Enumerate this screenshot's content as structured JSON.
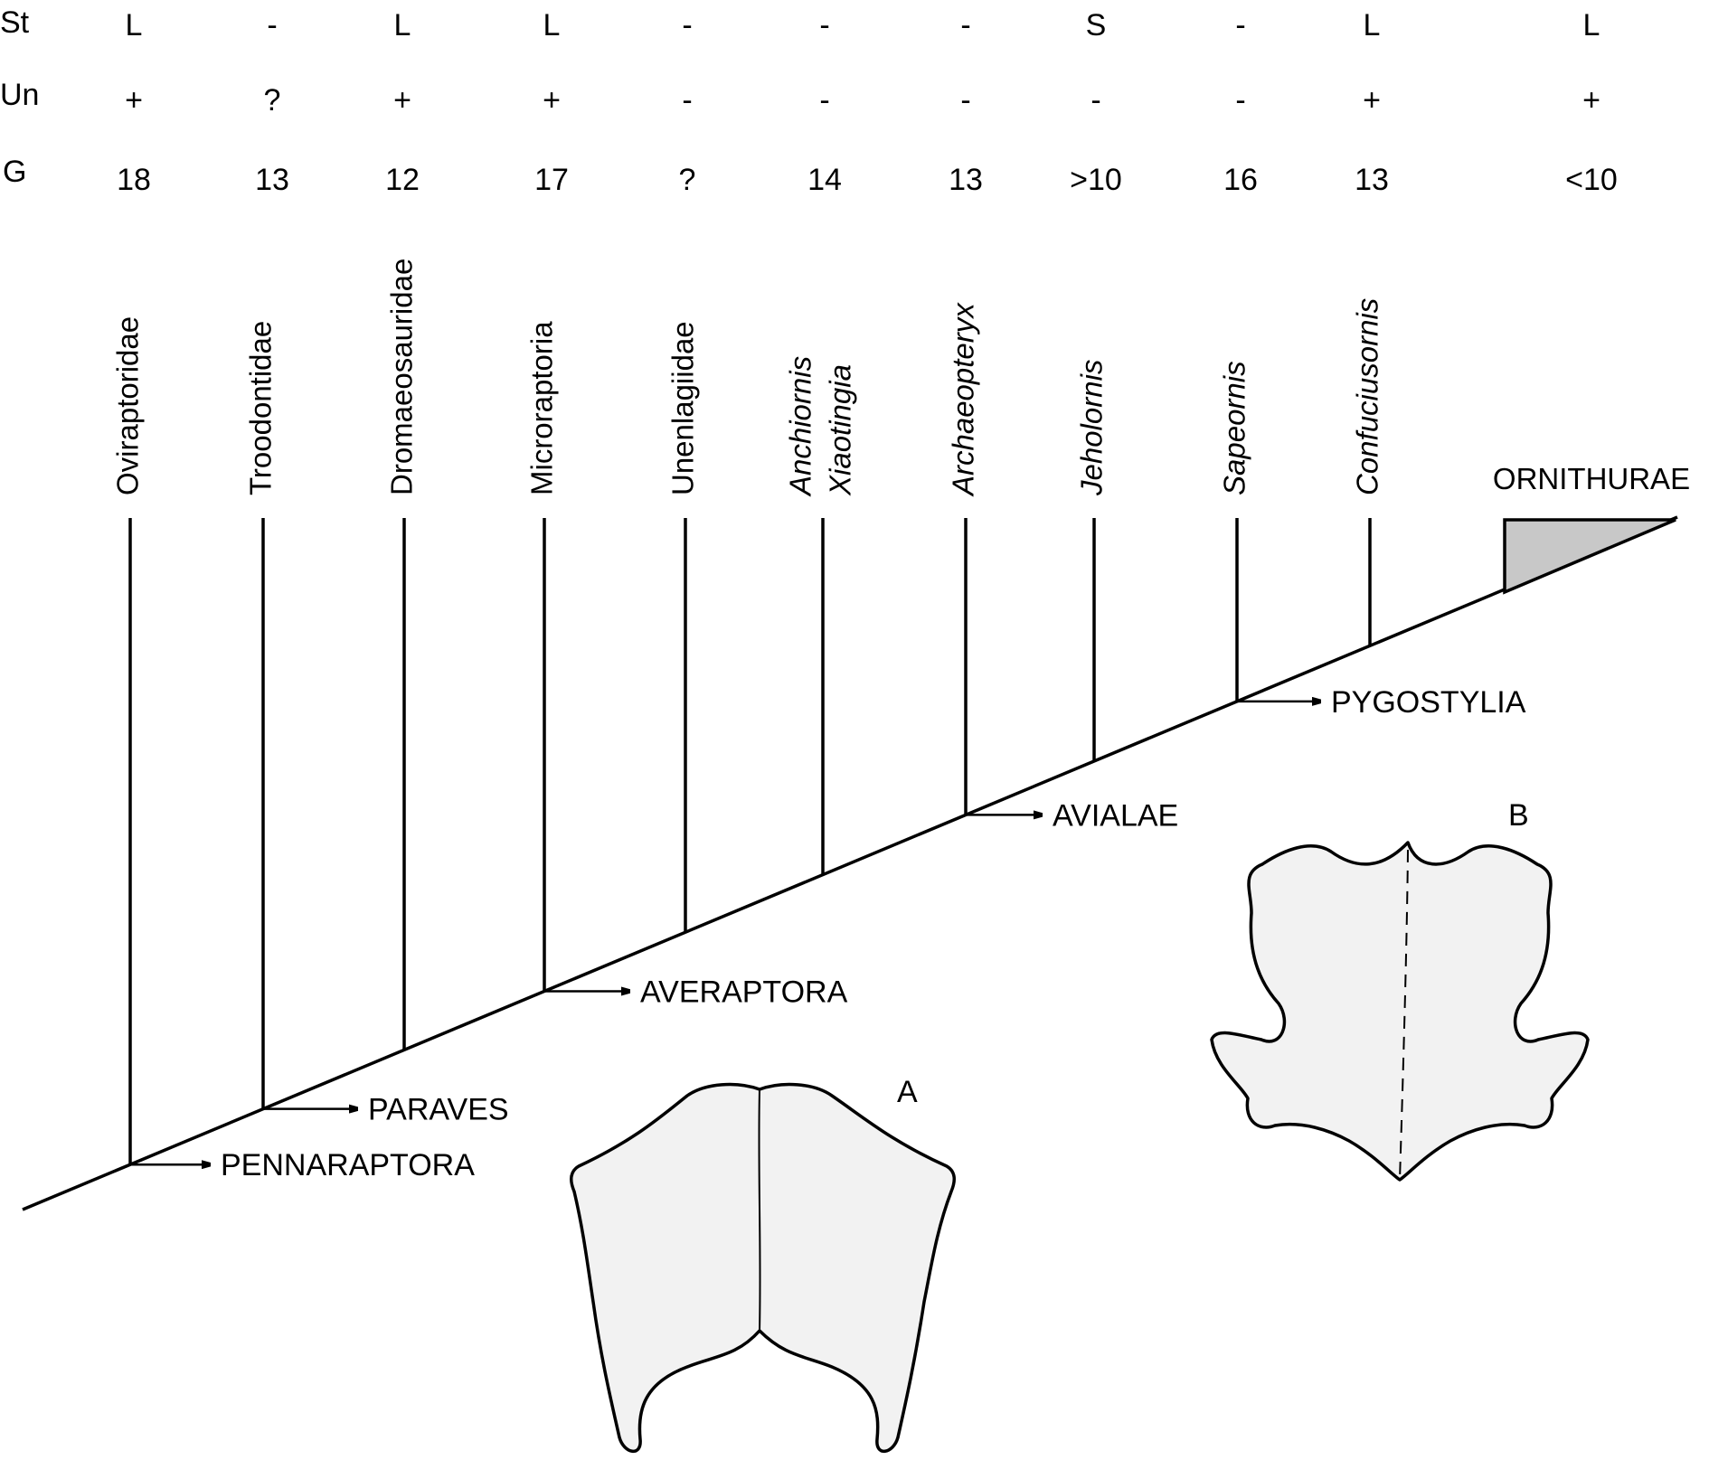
{
  "rows": [
    {
      "label": "St",
      "values": [
        "L",
        "-",
        "L",
        "L",
        "-",
        "-",
        "-",
        "S",
        "-",
        "L",
        "L"
      ]
    },
    {
      "label": "Un",
      "values": [
        "+",
        "?",
        "+",
        "+",
        "-",
        "-",
        "-",
        "-",
        "-",
        "+",
        "+"
      ]
    },
    {
      "label": "G",
      "values": [
        "18",
        "13",
        "12",
        "17",
        "?",
        "14",
        "13",
        ">10",
        "16",
        "13",
        "<10"
      ]
    }
  ],
  "taxa": [
    {
      "name": "Oviraptoridae",
      "italic": false
    },
    {
      "name": "Troodontidae",
      "italic": false
    },
    {
      "name": "Dromaeosauridae",
      "italic": false
    },
    {
      "name": "Microraptoria",
      "italic": false
    },
    {
      "name": "Unenlagiidae",
      "italic": false
    },
    {
      "name": "Anchiornis",
      "name2": "Xiaotingia",
      "italic": true
    },
    {
      "name": "Archaeopteryx",
      "italic": true
    },
    {
      "name": "Jeholornis",
      "italic": true
    },
    {
      "name": "Sapeornis",
      "italic": true
    },
    {
      "name": "Confuciusornis",
      "italic": true
    },
    {
      "name": "ORNITHURAE",
      "italic": false
    }
  ],
  "clades": [
    "PENNARAPTORA",
    "PARAVES",
    "AVERAPTORA",
    "AVIALAE",
    "PYGOSTYLIA"
  ],
  "figure_letters": {
    "a": "A",
    "b": "B"
  },
  "colors": {
    "line": "#000000",
    "ornithurae_fill": "#c8c8c8",
    "bone_fill": "#f2f2f2"
  }
}
